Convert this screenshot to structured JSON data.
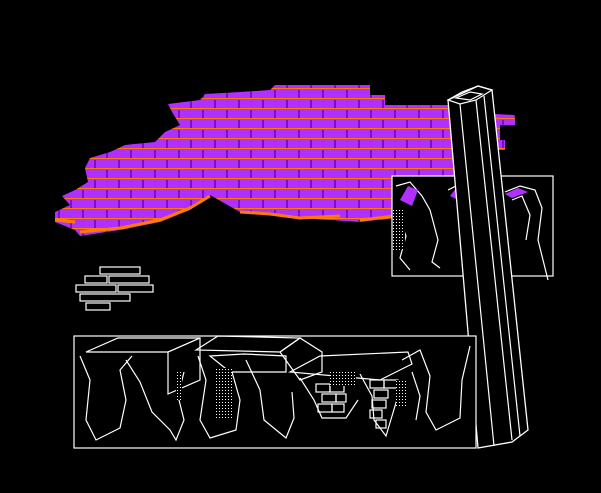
{
  "scene": {
    "name": "retro-isometric-ruins",
    "colors": {
      "background": "#000000",
      "line": "#ffffff",
      "brick_face": "#a020f0",
      "brick_mortar": "#d040ff",
      "brick_shadow": "#ff7a00"
    },
    "elements": [
      "purple-brick-wall",
      "small-brick-patch",
      "stone-pillar",
      "framed-ruin-panel",
      "ruined-wall-block"
    ]
  }
}
